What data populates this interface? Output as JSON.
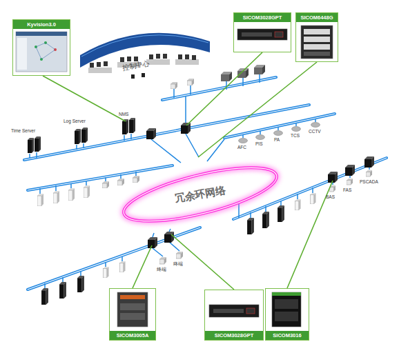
{
  "diagram": {
    "nodes": [
      {
        "text": [
          "Kyvision3.0"
        ]
      },
      {
        "text": [
          "SICOM3028GPT"
        ]
      },
      {
        "text": [
          "SICOM6448G"
        ]
      },
      {
        "text": [
          "冗余环网络"
        ]
      },
      {
        "text": [
          "SICOM3005A"
        ]
      },
      {
        "text": [
          "SICOM3028GPT"
        ]
      },
      {
        "text": [
          "SICOM3016"
        ]
      }
    ],
    "labels": [
      "控制中心",
      "NMS",
      "Time Server",
      "Log Server",
      "AFC",
      "PIS",
      "PA",
      "TCS",
      "CCTV",
      "BAS",
      "FAS",
      "PSCADA",
      "终端",
      "终端"
    ]
  }
}
